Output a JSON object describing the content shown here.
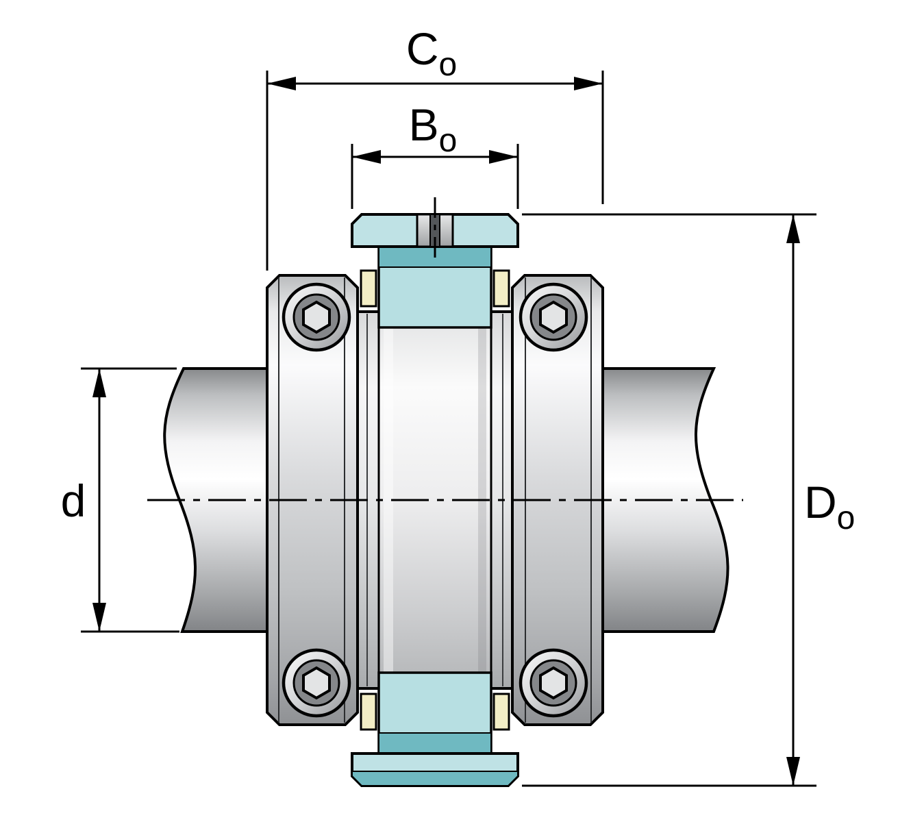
{
  "figure": {
    "labels": {
      "co": {
        "symbol": "C",
        "subscript": "o"
      },
      "bo": {
        "symbol": "B",
        "subscript": "o"
      },
      "d": {
        "symbol": "d",
        "subscript": ""
      },
      "do": {
        "symbol": "D",
        "subscript": "o"
      }
    },
    "colors": {
      "teal_light": "#b7dfe2",
      "teal_cap": "#bfe2e5",
      "teal_dark": "#6fb9c1",
      "yellow": "#f3eec6",
      "slot_dark": "#54575a",
      "outline": "#000000",
      "background": "#ffffff"
    }
  }
}
